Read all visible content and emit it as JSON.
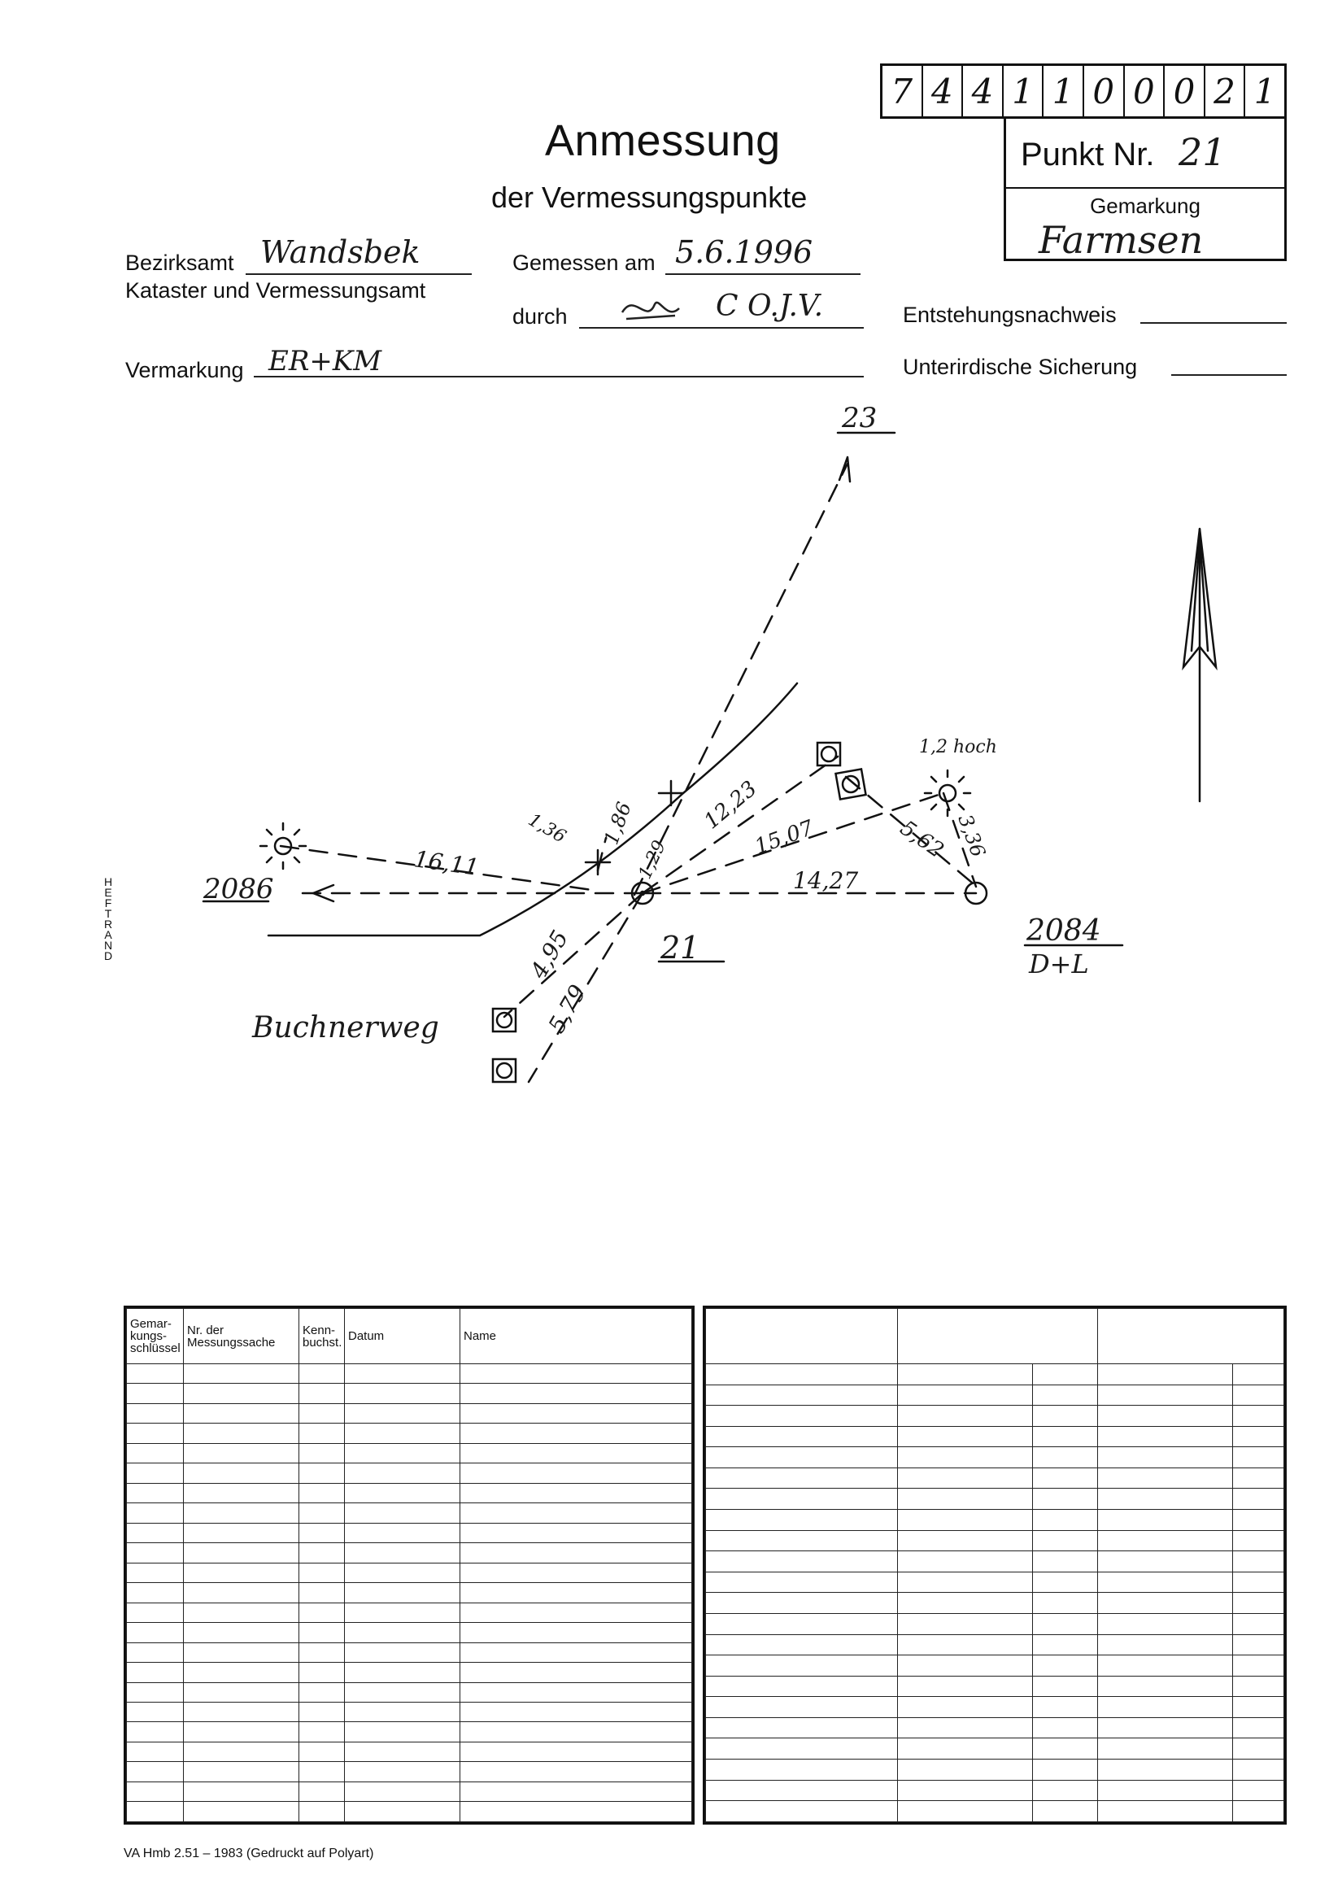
{
  "number_box": [
    "7",
    "4",
    "4",
    "1",
    "1",
    "0",
    "0",
    "0",
    "2",
    "1"
  ],
  "punkt": {
    "label": "Punkt Nr.",
    "value": "21",
    "gemarkung_label": "Gemarkung",
    "gemarkung_value": "Farmsen"
  },
  "header": {
    "title": "Anmessung",
    "subtitle": "der Vermessungspunkte"
  },
  "fields": {
    "bezirksamt_label": "Bezirksamt",
    "bezirksamt_value": "Wandsbek",
    "kataster_label": "Kataster und Vermessungsamt",
    "gemessen_label": "Gemessen am",
    "gemessen_value": "5.6.1996",
    "durch_label": "durch",
    "durch_value": "C O.J.V.",
    "entstehung_label": "Entstehungsnachweis",
    "vermarkung_label": "Vermarkung",
    "vermarkung_value": "ER+KM",
    "sicherung_label": "Unterirdische Sicherung"
  },
  "sketch": {
    "point_23": "23",
    "point_2086": "2086",
    "point_21": "21",
    "point_2084": "2084",
    "dl": "D+L",
    "street": "Buchnerweg",
    "m_1611": "16,11",
    "m_1427": "14,27",
    "m_1223": "12,23",
    "m_1507": "15,07",
    "m_562": "5,62",
    "m_336": "3,36",
    "m_136": "1,36",
    "m_186": "1,86",
    "m_129": "1,29",
    "m_495": "4,95",
    "m_579": "5,79",
    "hoch": "1,2 hoch"
  },
  "heftrand": "HEFTRAND",
  "table": {
    "headers": [
      "Gemar-kungs-schlüssel",
      "Nr. der Messungssache",
      "Kenn-buchst.",
      "Datum",
      "Name"
    ]
  },
  "footer": "VA Hmb 2.51 – 1983 (Gedruckt auf Polyart)"
}
